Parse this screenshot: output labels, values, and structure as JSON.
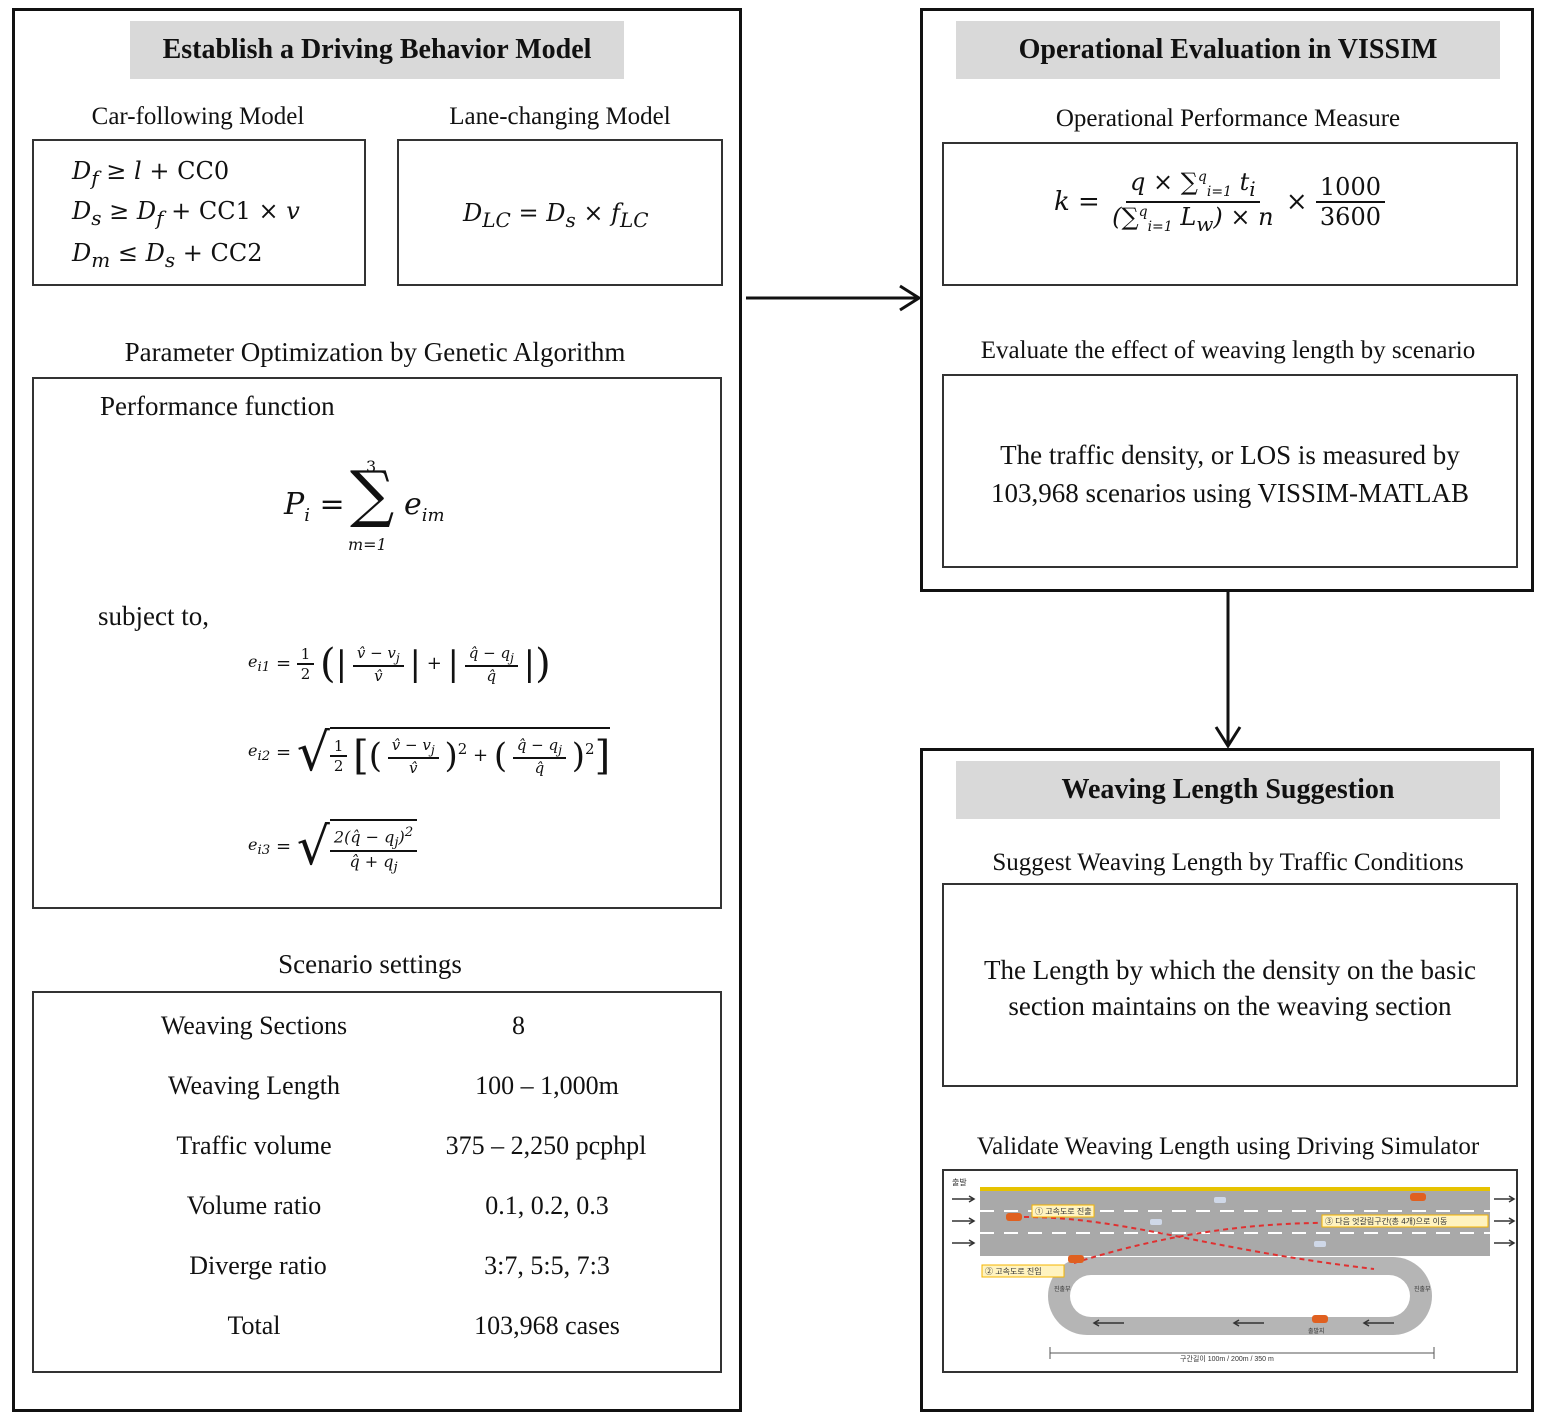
{
  "left_panel": {
    "title": "Establish a Driving Behavior Model",
    "car_following": {
      "label": "Car-following Model",
      "equations": [
        "D_f ≥ l + CC0",
        "D_s ≥ D_f + CC1 × v",
        "D_m ≤ D_s + CC2"
      ]
    },
    "lane_changing": {
      "label": "Lane-changing  Model",
      "equation": "D_LC = D_s × f_LC"
    },
    "optimization": {
      "label": "Parameter Optimization  by Genetic Algorithm",
      "performance_label": "Performance function",
      "performance_eq": "P_i = Σ_{m=1}^{3} e_im",
      "subject_to": "subject to,",
      "constraints": [
        "e_i1 = 1/2 ( |(v̂ − v_j)/v̂| + |(q̂ − q_j)/q̂| )",
        "e_i2 = √( 1/2 [ ((v̂ − v_j)/v̂)² + ((q̂ − q_j)/q̂)² ] )",
        "e_i3 = √( 2(q̂ − q_j)² / (q̂ + q_j) )"
      ]
    },
    "scenario": {
      "label": "Scenario settings",
      "rows": [
        {
          "name": "Weaving Sections",
          "value": "8"
        },
        {
          "name": "Weaving Length",
          "value": "100 – 1,000m"
        },
        {
          "name": "Traffic volume",
          "value": "375 – 2,250 pcphpl"
        },
        {
          "name": "Volume ratio",
          "value": "0.1, 0.2, 0.3"
        },
        {
          "name": "Diverge ratio",
          "value": "3:7, 5:5, 7:3"
        },
        {
          "name": "Total",
          "value": "103,968 cases"
        }
      ]
    }
  },
  "right_top_panel": {
    "title": "Operational Evaluation in VISSIM",
    "measure_label": "Operational  Performance  Measure",
    "measure_eq": "k = q × Σ_{i=1}^{q} t_i / ((Σ_{i=1}^{q} L_w) × n) × 1000/3600",
    "evaluate_label": "Evaluate  the  effect  of weaving  length  by  scenario",
    "evaluate_text_1": "The traffic density, or LOS is measured by",
    "evaluate_text_2": "103,968 scenarios using VISSIM-MATLAB"
  },
  "right_bottom_panel": {
    "title": "Weaving Length Suggestion",
    "suggest_label": "Suggest  Weaving  Length  by  Traffic  Conditions",
    "suggest_text_1": "The Length by which the density on the basic",
    "suggest_text_2": "section maintains on the weaving section",
    "validate_label": "Validate  Weaving  Length  using  Driving  Simulator",
    "simulator": {
      "start_label": "출발",
      "callout_1": "① 고속도로 진출",
      "callout_2": "② 고속도로 진입",
      "callout_3": "③ 다음 엇갈림구간(총 4개)으로 이동",
      "ramp_left": "진출부",
      "ramp_right": "진출부",
      "bottom_marker": "출발지",
      "length_label": "구간길이 100m / 200m / 350 m"
    }
  },
  "colors": {
    "title_bar": "#d9d9d9",
    "road": "#9e9e9e",
    "road_edge": "#e6c200",
    "path": "#e03030",
    "callout": "#f5b400"
  }
}
